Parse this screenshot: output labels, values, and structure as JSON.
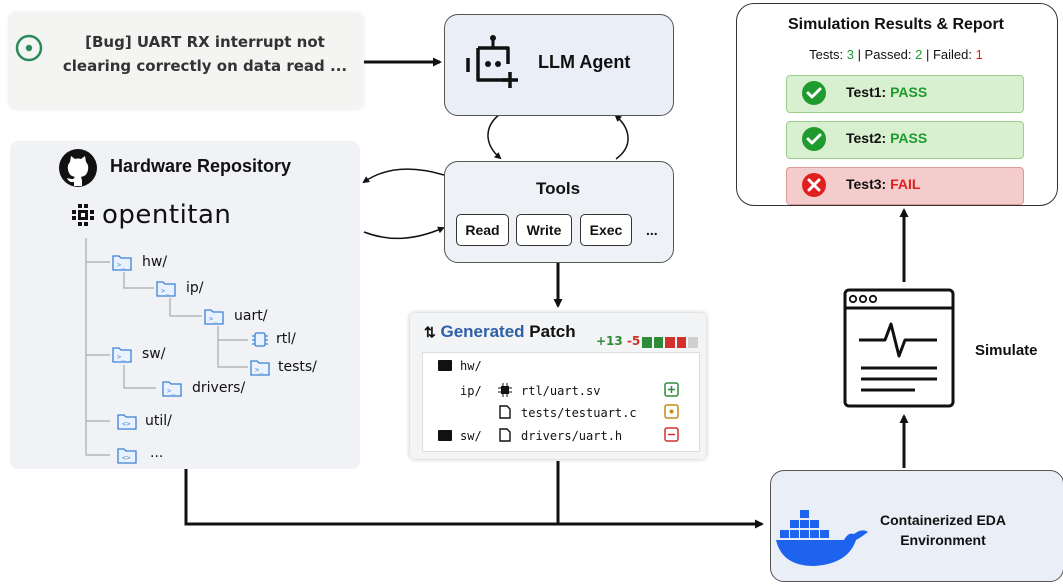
{
  "issue": {
    "text": "[Bug] UART RX interrupt not clearing correctly on data read ..."
  },
  "agent": {
    "label": "LLM Agent"
  },
  "tools": {
    "title": "Tools",
    "buttons": [
      "Read",
      "Write",
      "Exec"
    ],
    "more": "..."
  },
  "repo": {
    "title": "Hardware Repository",
    "project": "opentitan",
    "tree": [
      {
        "label": "hw/",
        "icon": "terminal-folder-icon"
      },
      {
        "label": "ip/",
        "icon": "terminal-folder-icon"
      },
      {
        "label": "uart/",
        "icon": "terminal-folder-icon"
      },
      {
        "label": "rtl/",
        "icon": "chip-icon"
      },
      {
        "label": "tests/",
        "icon": "terminal-folder-icon"
      },
      {
        "label": "sw/",
        "icon": "terminal-folder-icon"
      },
      {
        "label": "drivers/",
        "icon": "terminal-folder-icon"
      },
      {
        "label": "util/",
        "icon": "code-folder-icon"
      },
      {
        "label": "...",
        "icon": "code-folder-icon"
      }
    ]
  },
  "patch": {
    "title_accent": "Generated",
    "title_rest": "Patch",
    "additions": "+13",
    "deletions": "-5",
    "diffbar_colors": [
      "#2e8b3a",
      "#2e8b3a",
      "#d0312d",
      "#d0312d",
      "#cfcfcf"
    ],
    "rows": [
      {
        "dir": "hw/"
      },
      {
        "dir": "ip/",
        "file": "rtl/uart.sv",
        "change": "added",
        "color": "#2e8b3a"
      },
      {
        "file": "tests/testuart.c",
        "change": "modified",
        "color": "#c58a1a"
      },
      {
        "dir": "sw/",
        "file": "drivers/uart.h",
        "change": "removed",
        "color": "#d0312d"
      }
    ]
  },
  "results": {
    "title": "Simulation Results & Report",
    "stats_tests_label": "Tests: ",
    "stats_tests": "3",
    "stats_passed_label": " | Passed: ",
    "stats_passed": "2",
    "stats_failed_label": " | Failed: ",
    "stats_failed": "1",
    "tests": [
      {
        "name": "Test1: ",
        "status": "PASS"
      },
      {
        "name": "Test2: ",
        "status": "PASS"
      },
      {
        "name": "Test3: ",
        "status": "FAIL"
      }
    ],
    "colors": {
      "pass": "#1f9a2e",
      "fail": "#e02020"
    }
  },
  "simulate": {
    "label": "Simulate"
  },
  "eda": {
    "label": "Containerized EDA Environment",
    "icon": "docker-icon"
  }
}
